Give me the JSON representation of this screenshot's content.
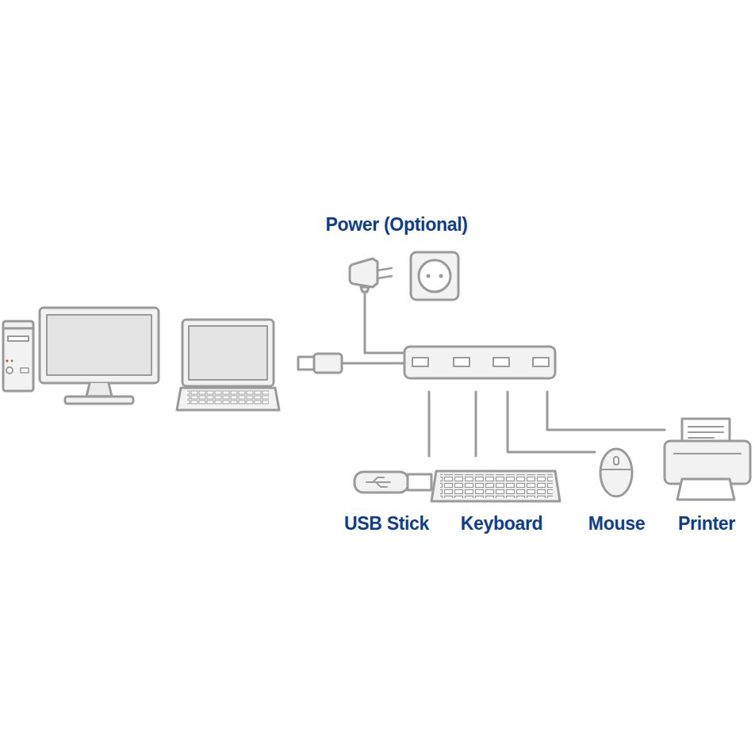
{
  "diagram": {
    "nodes": [
      {
        "text": [
          "Power (Optional)"
        ]
      },
      {
        "text": [
          "USB Stick"
        ]
      },
      {
        "text": [
          "Keyboard"
        ]
      },
      {
        "text": [
          "Mouse"
        ]
      },
      {
        "text": [
          "Printer"
        ]
      }
    ]
  }
}
